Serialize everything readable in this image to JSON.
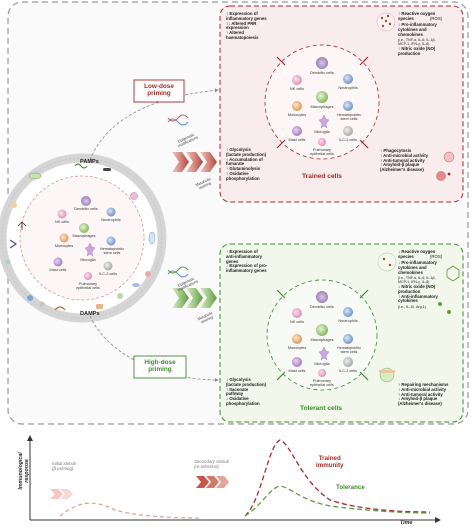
{
  "top_panel": {
    "title": "Trained cells",
    "left_top": "↑ Expression of\ninflammatory genes\n↑↓ Altered PRR\nexpression\n↑ Altered\nhaematopoiesis",
    "left_bottom": "↑ Glycolysis\n(lactate production)\n↑ Accumulation of\nfumarate\n↑ Glutaminolysis\n↑ Oxidative\nphosphorylation",
    "right_top": "↑ Reactive oxygen\nspecies",
    "right_top_abbr": "(ROS)",
    "right_top_2": "↑ Pro-inflammatory\ncytokines and\nchemokines",
    "right_top_list": "(i.e., TNF-α, IL-6, IL-1β,\nMCP-1, IFN-γ, IL-8)",
    "right_top_3": "↑ Nitric oxide (NO)\nproduction",
    "right_bottom": "↑ Phagocytosis\n↑ Anti-microbial activity\n↑ Anti-tumoral activity\n↑ Amyloid-β plaque\n(Alzheimer's disease)"
  },
  "bottom_panel": {
    "title": "Tolerant cells",
    "left_top": "↑ Expression of\nanti-inflammatory\ngenes\n↓ Expression of pro-\ninflammatory genes",
    "left_bottom": "↓ Glycolysis\n(lactate production)\n↑ Itaconate\npathway\n↓ Oxidative\nphosphorylation",
    "right_top": "↓ Reactive oxygen\nspecies",
    "right_top_abbr": "(ROS)",
    "right_top_2": "↓ Pro-inflammatory\ncytokines and\nchemokines",
    "right_top_list": "(i.e., TNF-α, IL-6, IL-1β,\nMCP-1, IFN-γ, IL-8)",
    "right_top_3": "↓ Nitric oxide (NO)\nproduction\n↑ Anti-inflammatory\ncytokines",
    "right_top_list2": "(i.e., IL-10, Arg-1)",
    "right_bottom": "↑ Repairing mechanisms\n↑ Anti-microbial activity\n↑ Anti-tumoral activity\n↓ Amyloid-β plaque\n(Alzheimer's disease)"
  },
  "cells": {
    "nk": "NK cells",
    "dendritic": "Dendritic cells",
    "neutrophils": "Neutrophils",
    "macrophages": "Macrophages",
    "monocytes": "Monocytes",
    "hematopoietic": "Hematopoietic\nstem cells",
    "microglia": "Microglia",
    "mast": "Mast cells",
    "ilc2": "ILC-2 cells",
    "pulmonary": "Pulmonary\nepithelial cells"
  },
  "center": {
    "pamps": "PAMPs",
    "damps": "DAMPs"
  },
  "priming": {
    "low": "Low-dose\npriming",
    "high": "High-dose\npriming",
    "epigenetic": "Epigenetic\nmodifications",
    "metabolic": "Metabolic\nrewiring"
  },
  "timeline": {
    "ylabel": "Immunological\nresponse",
    "xlabel": "Time",
    "initial": "Initial stimuli\n(β-priming)",
    "secondary": "Secondary stimuli\n(re-infection)",
    "trained": "Trained\nimmunity",
    "tolerance": "Tolerance"
  },
  "colors": {
    "trained": "#a52a2a",
    "tolerant": "#3d8b2d",
    "trained_fill": "#f9ecec",
    "tolerant_fill": "#f1f7ea"
  }
}
